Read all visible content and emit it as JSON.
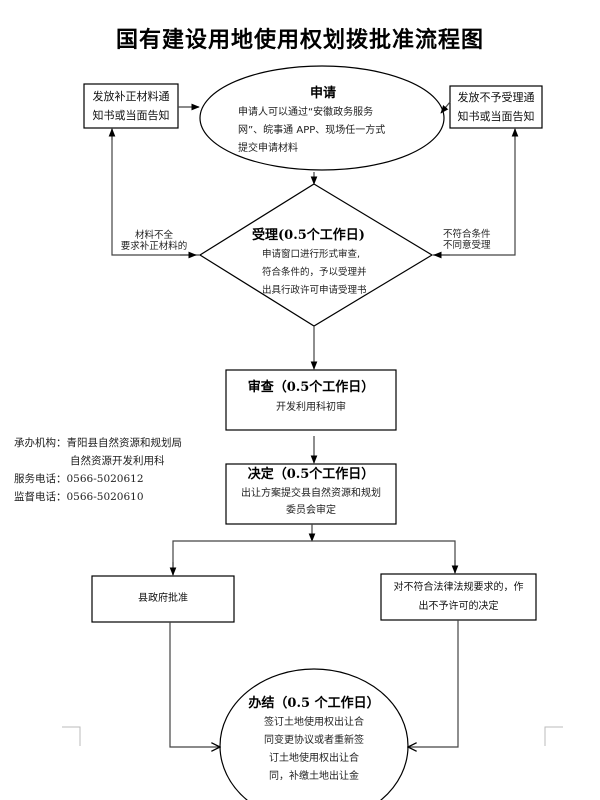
{
  "title": "国有建设用地使用权划拨批准流程图",
  "nodes": {
    "apply": {
      "title": "申请",
      "lines": [
        "申请人可以通过“安徽政务服务",
        "网”、皖事通 APP、现场任一方式",
        "提交申请材料"
      ]
    },
    "supplement_notice": {
      "lines": [
        "发放补正材料通",
        "知书或当面告知"
      ]
    },
    "reject_notice": {
      "lines": [
        "发放不予受理通",
        "知书或当面告知"
      ]
    },
    "accept": {
      "title": "受理(0.5个工作日)",
      "lines": [
        "申请窗口进行形式审查,",
        "符合条件的，予以受理并",
        "出具行政许可申请受理书"
      ]
    },
    "review": {
      "title": "审查（0.5个工作日）",
      "lines": [
        "开发利用科初审"
      ]
    },
    "decide": {
      "title": "决定（0.5个工作日）",
      "lines": [
        "出让方案提交县自然资源和规划",
        "委员会审定"
      ]
    },
    "gov_approve": {
      "lines": [
        "县政府批准"
      ]
    },
    "deny": {
      "lines": [
        "对不符合法律法规要求的，作",
        "出不予许可的决定"
      ]
    },
    "complete": {
      "title": "办结（0.5 个工作日）",
      "lines": [
        "签订土地使用权出让合",
        "同变更协议或者重新签",
        "订土地使用权出让合",
        "同，补缴土地出让金"
      ]
    }
  },
  "edge_labels": {
    "incomplete": [
      "材料不全",
      "要求补正材料的"
    ],
    "not_qualified": [
      "不符合条件",
      "不同意受理"
    ]
  },
  "info": {
    "agency_label": "承办机构：",
    "agency_lines": [
      "青阳县自然资源和规划局",
      "自然资源开发利用科"
    ],
    "service_phone_label": "服务电话：",
    "service_phone": "0566-5020612",
    "supervise_phone_label": "监督电话：",
    "supervise_phone": "0566-5020610"
  },
  "colors": {
    "line": "#000000",
    "connector": "#444444",
    "background": "#ffffff"
  }
}
